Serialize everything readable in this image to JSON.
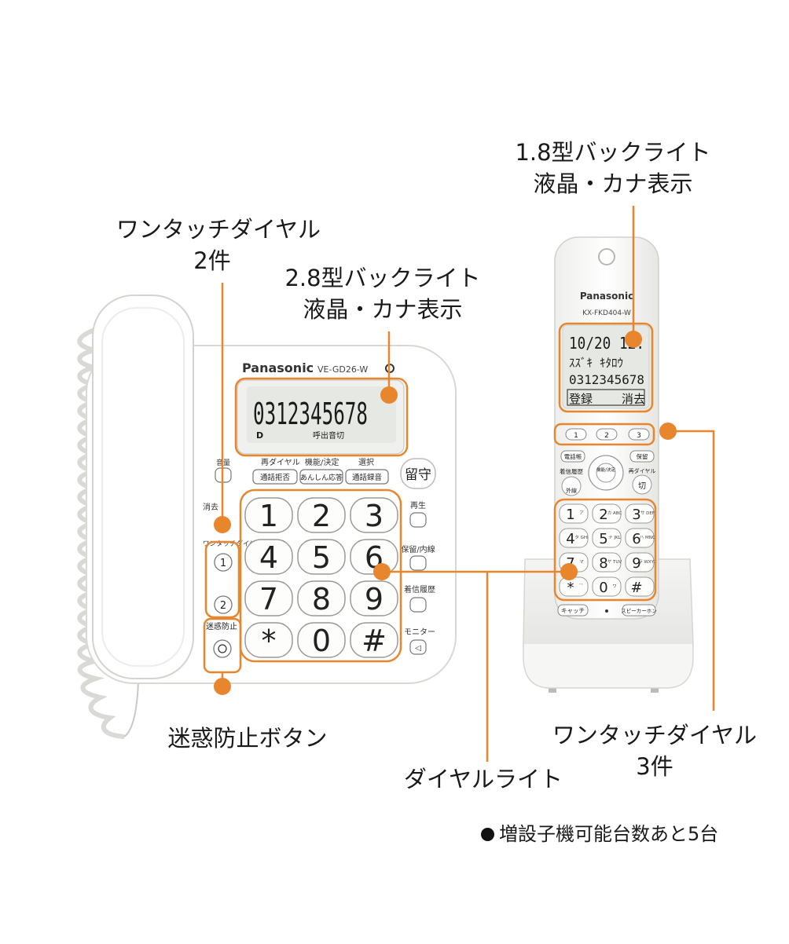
{
  "annotations": {
    "handset_display": {
      "line1": "1.8型バックライト",
      "line2": "液晶・カナ表示"
    },
    "base_display": {
      "line1": "2.8型バックライト",
      "line2": "液晶・カナ表示"
    },
    "base_one_touch": {
      "line1": "ワンタッチダイヤル",
      "line2": "2件"
    },
    "handset_one_touch": {
      "line1": "ワンタッチダイヤル",
      "line2": "3件"
    },
    "nuisance_button": "迷惑防止ボタン",
    "dial_light": "ダイヤルライト"
  },
  "note": "増設子機可能台数あと5台",
  "base_unit": {
    "brand": "Panasonic",
    "model": "VE-GD26-W",
    "display_number": "0312345678",
    "display_status": "呼出音切",
    "display_icon": "D",
    "function_labels": {
      "redial": "再ダイヤル",
      "function": "機能/決定",
      "select": "選択"
    },
    "function_buttons": [
      "通話拒否",
      "あんしん応答",
      "通話録音"
    ],
    "left_labels": {
      "volume": "音量",
      "delete": "消去",
      "one_touch": "ワンタッチダイヤル",
      "nuisance": "迷惑防止"
    },
    "one_touch_keys": [
      "1",
      "2"
    ],
    "answering_button": "留守",
    "right_labels": {
      "play": "再生",
      "hold": "保留/内線",
      "caller_history": "着信履歴",
      "monitor": "モニター"
    },
    "keys": [
      "1",
      "2",
      "3",
      "4",
      "5",
      "6",
      "7",
      "8",
      "9",
      "*",
      "0",
      "#"
    ]
  },
  "handset": {
    "brand": "Panasonic",
    "model": "KX-FKD404-W",
    "display_lines": [
      "10/20 12:",
      "ｽｽﾞｷ ｷﾀﾛｳ",
      "0312345678"
    ],
    "softkeys": [
      "登録",
      "消去"
    ],
    "one_touch_keys": [
      "1",
      "2",
      "3"
    ],
    "nav_labels": {
      "phonebook": "電話帳",
      "hold": "保留",
      "caller_history": "着信履歴",
      "redial": "再ダイヤル",
      "function": "機能/決定",
      "outside": "外線",
      "off": "切"
    },
    "keys": [
      {
        "num": "1",
        "sub": "ア"
      },
      {
        "num": "2",
        "sub": "カ ABC"
      },
      {
        "num": "3",
        "sub": "サ DEF"
      },
      {
        "num": "4",
        "sub": "タ GHI"
      },
      {
        "num": "5",
        "sub": "ナ JKL"
      },
      {
        "num": "6",
        "sub": "ハ MNO"
      },
      {
        "num": "7",
        "sub": "マ"
      },
      {
        "num": "8",
        "sub": "ヤ TUV"
      },
      {
        "num": "9",
        "sub": "ラ WXYZ"
      },
      {
        "num": "*",
        "sub": "ﾞﾟ"
      },
      {
        "num": "0",
        "sub": "ワ"
      },
      {
        "num": "#",
        "sub": ""
      }
    ],
    "bottom_buttons": [
      "キャッチ",
      "スピーカーホン"
    ]
  },
  "colors": {
    "accent": "#E8862E",
    "outline": "#E8862E",
    "body": "#FFFFFF",
    "display_bg": "#E6E8E4",
    "key_fill": "#FDFDFB"
  }
}
